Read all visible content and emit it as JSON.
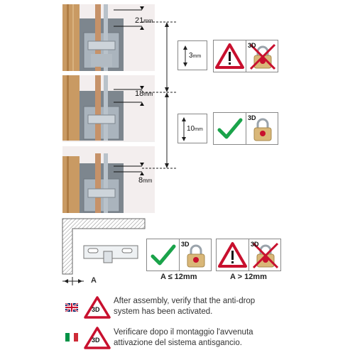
{
  "photos": {
    "top": {
      "value": "21",
      "unit": "mm"
    },
    "middle": {
      "value": "18",
      "unit": "mm"
    },
    "bottom": {
      "value": "8",
      "unit": "mm"
    }
  },
  "side_boxes": {
    "upper": {
      "value": "3",
      "unit": "mm"
    },
    "lower": {
      "value": "10",
      "unit": "mm"
    }
  },
  "icons": {
    "badge_text": "3D"
  },
  "diagram": {
    "a_label": "A",
    "ok_caption": "A ≤ 12mm",
    "warn_caption": "A > 12mm"
  },
  "instructions": {
    "en_line1": "After assembly, verify that the anti-drop",
    "en_line2": "system has been activated.",
    "it_line1": "Verificare dopo il montaggio l'avvenuta",
    "it_line2": "attivazione del sistema antisgancio."
  },
  "colors": {
    "warning_red": "#c8102e",
    "check_green": "#1aa34a",
    "metal": "#a9b3bc",
    "wood": "#c99a63"
  }
}
